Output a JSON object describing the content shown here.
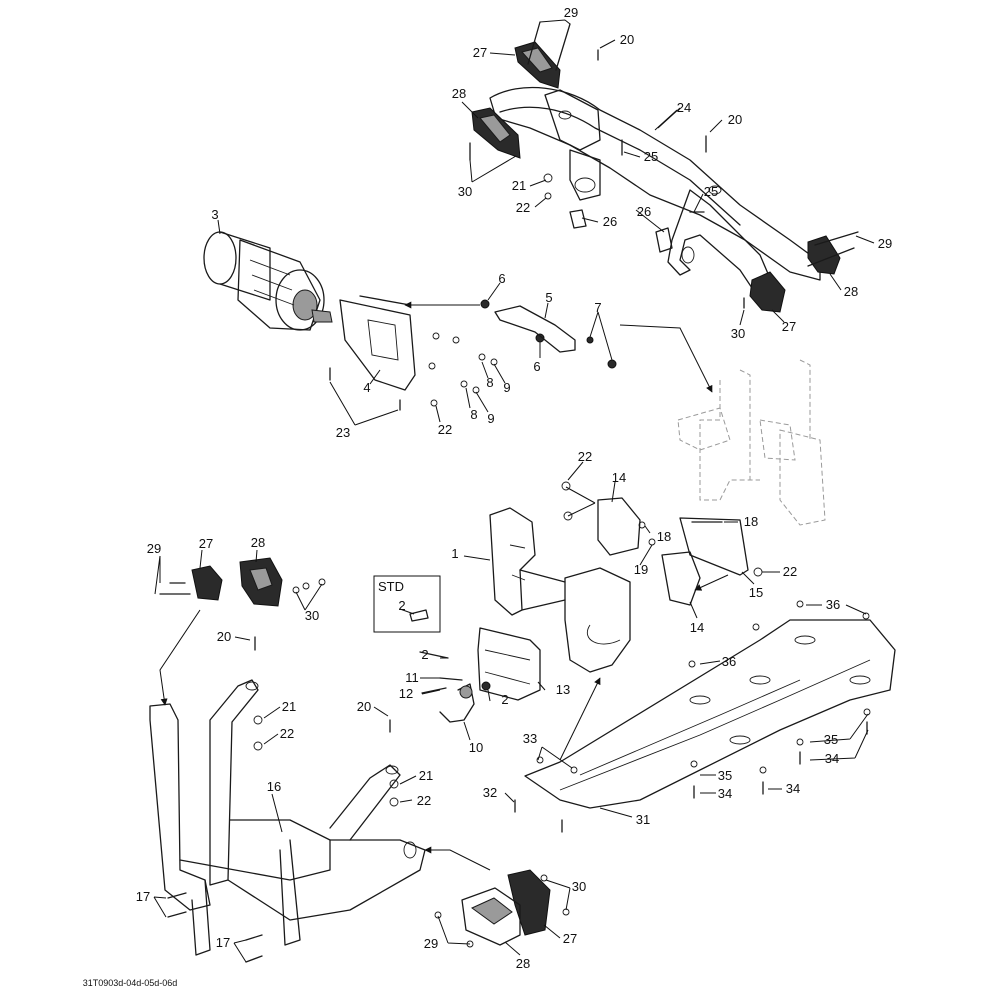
{
  "diagram": {
    "document_code": "31T0903d-04d-05d-06d",
    "std_box_title": "STD",
    "callouts": {
      "c1": "1",
      "c2": "2",
      "c3": "3",
      "c4": "4",
      "c5": "5",
      "c6": "6",
      "c7": "7",
      "c8": "8",
      "c9": "9",
      "c10": "10",
      "c11": "11",
      "c12": "12",
      "c13": "13",
      "c14": "14",
      "c15": "15",
      "c16": "16",
      "c17": "17",
      "c18": "18",
      "c19": "19",
      "c20": "20",
      "c21": "21",
      "c22": "22",
      "c23": "23",
      "c24": "24",
      "c25": "25",
      "c26": "26",
      "c27": "27",
      "c28": "28",
      "c29": "29",
      "c30": "30",
      "c31": "31",
      "c32": "32",
      "c33": "33",
      "c34": "34",
      "c35": "35",
      "c36": "36"
    }
  }
}
